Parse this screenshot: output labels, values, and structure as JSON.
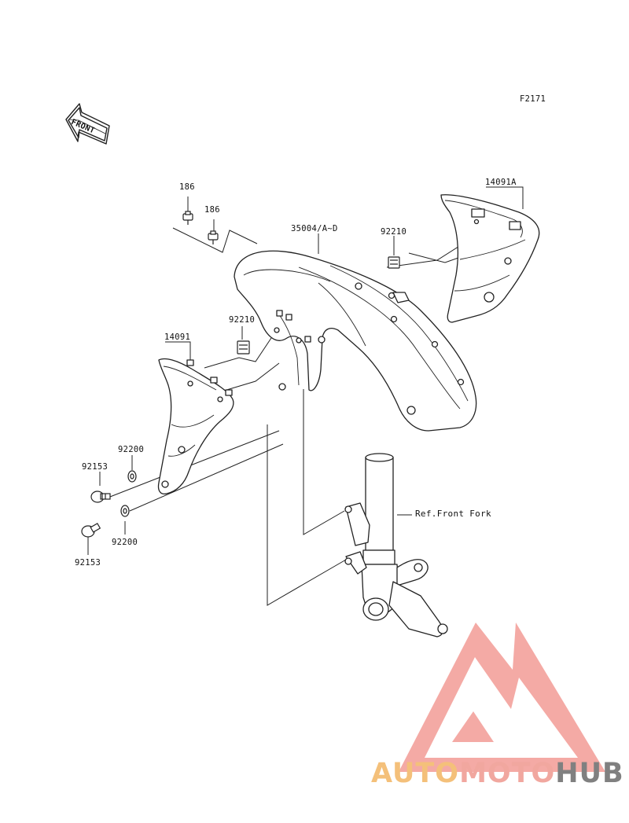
{
  "figure_code": "F2171",
  "front_arrow_label": "FRONT",
  "parts": {
    "bolt_186_a": "186",
    "bolt_186_b": "186",
    "fender_front": "35004/A~D",
    "nut_92210_right": "92210",
    "cover_right": "14091A",
    "nut_92210_left": "92210",
    "cover_left": "14091",
    "washer_92200_upper": "92200",
    "bolt_92153_upper": "92153",
    "washer_92200_lower": "92200",
    "bolt_92153_lower": "92153",
    "front_fork_ref": "Ref.Front Fork"
  },
  "watermark": {
    "part1": "AUTO",
    "part2": "MOTO",
    "part3": "HUB",
    "colors": {
      "auto": "#f4c07a",
      "moto": "#f1a79f",
      "hub": "#808080",
      "logo": "#f29b95"
    }
  }
}
